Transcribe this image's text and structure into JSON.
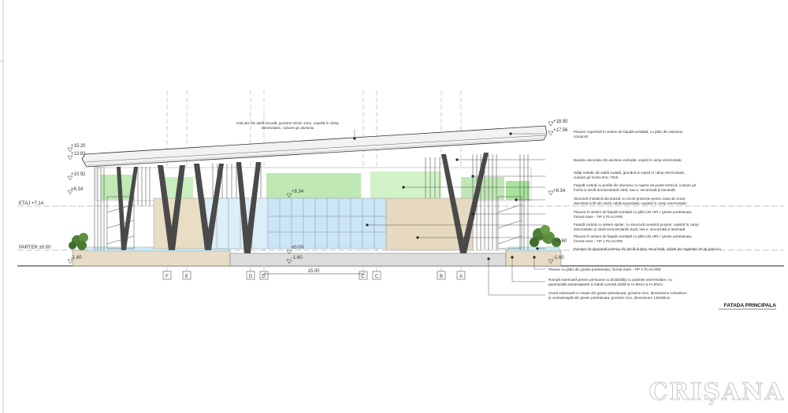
{
  "title": "FATADA PRINCIPALA",
  "watermark": "CRIȘANA",
  "levels": {
    "left": [
      "+15.20",
      "+13.83",
      "+10.92",
      "+8.34",
      "ETAJ +7.14",
      "PARTER ±0.00",
      "-1.60"
    ],
    "right": [
      "+18.90",
      "+17.56",
      "+8.34",
      "+0.60",
      "-1.60"
    ],
    "center": [
      "+8.34",
      "±0.00",
      "-1.60"
    ]
  },
  "grid_axes": [
    "F",
    "E",
    "D",
    "D'",
    "C'",
    "C",
    "B",
    "A"
  ],
  "dimension": "15.00",
  "notes_top": [
    "Glaf atic din tablă zincată, grosime minim 1mm, vopsită în câmp",
    "electrostatic, culoare gri aluminiu"
  ],
  "notes_right": [
    [
      "Placare copertină în sistem de fațadă ventilată, cu plăci din aluminiu",
      "compozit"
    ],
    [
      "Bandou decorativ din aluminiu extrudat, vopsit în camp electrostatic"
    ],
    [
      "Stâlp metalic din tablă sudată, grunduit și vopsit în câmp electrostatic,",
      "culoare gri închis RAL 7016"
    ],
    [
      "Fațadă cortină cu profile din aluminiu cu rupere de punte termică, culoare gri",
      "închis și sticlă termoizolantă clară, low-e, securizată și laminată"
    ],
    [
      "Structură metalică decorativă cu rol de protecție pentru casa de scara",
      "deschisă și lift din sticlă, tablă expandată, vopsită în camp electrostatic"
    ],
    [
      "Placare în sistem de fațadă ventilată cu plăci din HPL / gresie portelanata,",
      "format mare - TIP 2 PLACARE"
    ],
    [
      "Fațadă cortină cu sistem spider, cu structură metalică proprie, vopsită în camp",
      "electrostatic și sticlă termoizolantă clară, low-e, securizată și laminată"
    ],
    [
      "Placare în sistem de fațadă ventilată cu plăci din HPL / gresie portelanata,",
      "format mare - TIP 1 PLACARE"
    ],
    [
      "Parapet de siguranță exterior din sticlă duplex securizată, dublat de vegetație de tip gard viu"
    ]
  ],
  "notes_bottom": [
    [
      "Placare cu plăci din gresie portelanata, format mare - TIP 1 PLACARE"
    ],
    [
      "Rampă exterioară pentru persoane cu dizabilități cu podeste intermediare, cu",
      "pardoseală antiderapantă și mână curentă dublă la H=90cm și H=90cm"
    ],
    [
      "Scară exterioară cu trepte din gresie portelanata, grosime 2cm, dimensiune 120x60cm",
      "și contratreaptă din gresie portelanata, grosime 2cm, dimensiune 120x60cm"
    ]
  ]
}
